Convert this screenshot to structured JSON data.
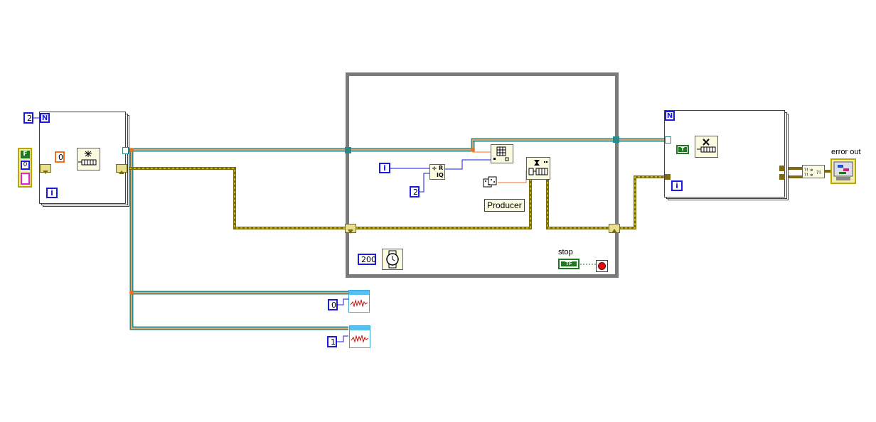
{
  "diagram": {
    "producer_label": "Producer",
    "stop_label": "stop",
    "error_out_label": "error out",
    "stop_terminal_text": "TF",
    "left_loop": {
      "count_constant": "2",
      "n_terminal": "N",
      "i_terminal": "i",
      "queue_size_constant": "0",
      "bool_cluster_text": "F",
      "cluster_number": "0"
    },
    "while_loop": {
      "i_terminal": "i",
      "divisor_constant": "2",
      "wait_ms_constant": "200",
      "quotient_labels": {
        "r": "R",
        "iq": "IQ"
      }
    },
    "right_loop": {
      "n_terminal": "N",
      "i_terminal": "i",
      "true_constant": "T"
    },
    "graph_index_0": "0",
    "graph_index_1": "1"
  },
  "colors": {
    "error_wire": "#7a6a10",
    "error_wire_stripe": "#d8c800",
    "queue_wire_outer": "#2a8a8a",
    "queue_wire_inner": "#c89a60",
    "int_blue": "#1a1ae0",
    "orange": "#f07020",
    "loop_border": "#7a7a7a",
    "stop_green": "#1f7a1f"
  }
}
